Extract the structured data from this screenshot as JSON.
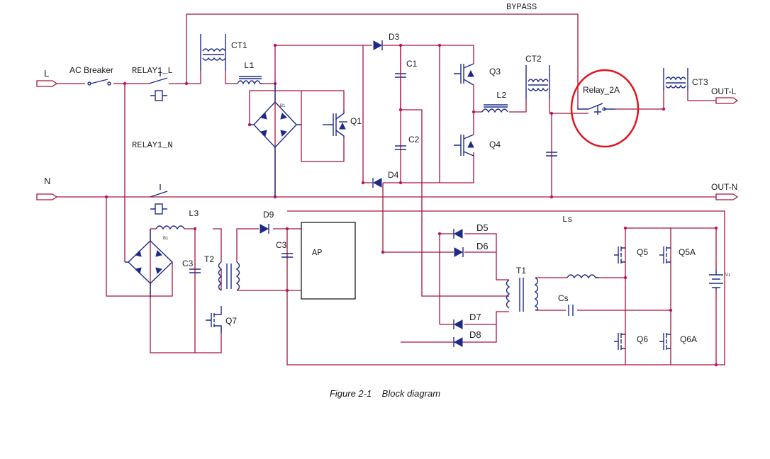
{
  "labels": {
    "bypass": "BYPASS",
    "ct1": "CT1",
    "ct2": "CT2",
    "ct3": "CT3",
    "l_in": "L",
    "n_in": "N",
    "ac_breaker": "AC Breaker",
    "relay1_l": "RELAY1_L",
    "relay1_n": "RELAY1_N",
    "l1": "L1",
    "b1": "B1",
    "b1_lower": "B1",
    "q1": "Q1",
    "d3": "D3",
    "d4": "D4",
    "c1": "C1",
    "c2": "C2",
    "q3": "Q3",
    "q4": "Q4",
    "l2": "L2",
    "relay_2a": "Relay_2A",
    "out_l": "OUT-L",
    "out_n": "OUT-N",
    "l3": "L3",
    "c3_left": "C3",
    "t2": "T2",
    "q7": "Q7",
    "d9": "D9",
    "c3_right": "C3",
    "ap": "AP",
    "ls": "Ls",
    "d5": "D5",
    "d6": "D6",
    "d7": "D7",
    "d8": "D8",
    "t1": "T1",
    "cs": "Cs",
    "q5": "Q5",
    "q5a": "Q5A",
    "q6": "Q6",
    "q6a": "Q6A",
    "v1": "V1"
  },
  "caption": {
    "number": "Figure 2-1",
    "title": "Block diagram"
  },
  "colors": {
    "wire": "#a8153a",
    "component": "#1e2a8a",
    "junction": "#c0106a",
    "highlight": "#e0141e"
  }
}
